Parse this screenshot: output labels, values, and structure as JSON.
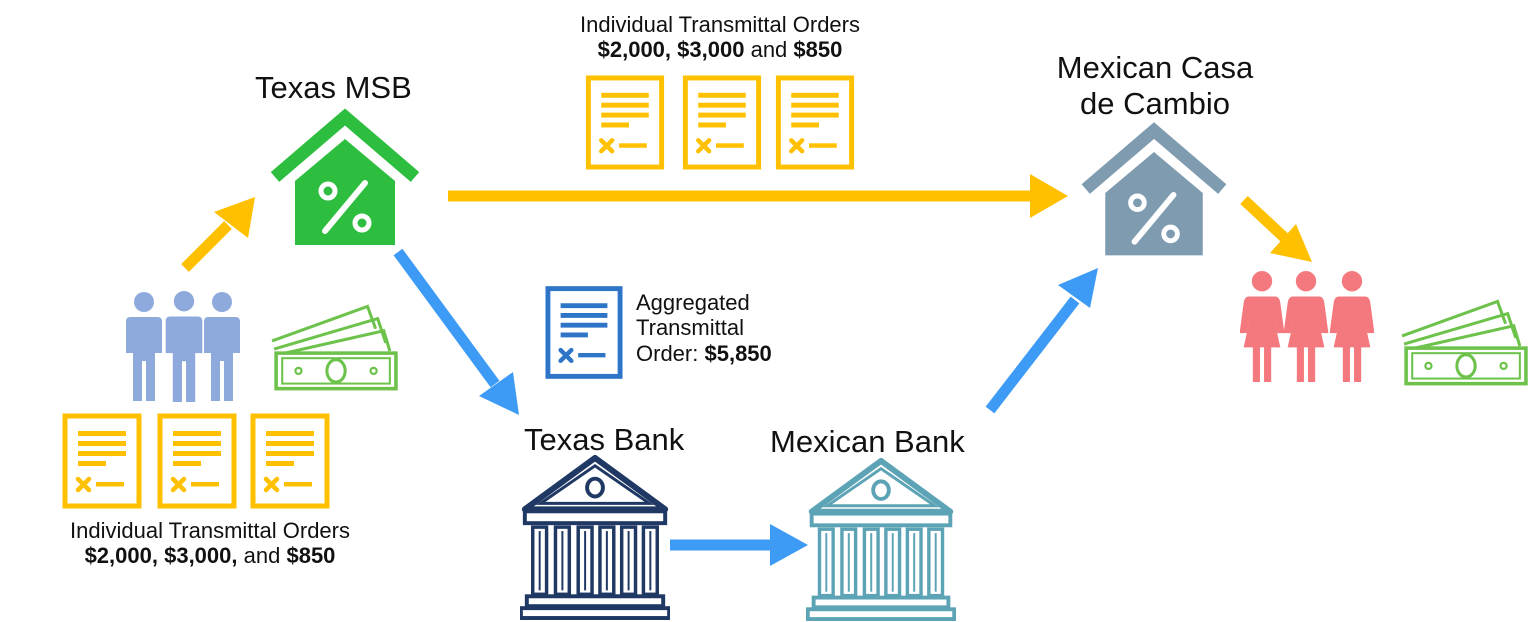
{
  "nodes": {
    "texas_msb": "Texas MSB",
    "casa_de_cambio_line1": "Mexican Casa",
    "casa_de_cambio_line2": "de Cambio",
    "texas_bank": "Texas Bank",
    "mexican_bank": "Mexican Bank"
  },
  "icons": {
    "msb_house": "percent-house-icon",
    "casa_house": "percent-house-icon",
    "senders": "people-group-icon",
    "recipients": "people-group-icon",
    "banks": "bank-building-icon",
    "orders": "document-icon",
    "cash": "cash-bills-icon",
    "flow": "arrow-icon"
  },
  "top_orders": {
    "title": "Individual Transmittal Orders",
    "amount_1": "$2,000,",
    "amount_2": "$3,000",
    "and_word": "and",
    "amount_3": "$850"
  },
  "bottom_orders": {
    "title": "Individual Transmittal Orders",
    "amount_1": "$2,000,",
    "amount_2": "$3,000,",
    "and_word": "and",
    "amount_3": "$850"
  },
  "aggregated": {
    "line1": "Aggregated",
    "line2": "Transmittal",
    "line3_prefix": "Order:",
    "line3_amount": "$5,850"
  },
  "colors": {
    "individual_flow": "#FFC000",
    "aggregated_flow": "#3E9BF5",
    "msb_green": "#2DBE3F",
    "casa_gray": "#7F9BB0",
    "senders_blue": "#8EA9DB",
    "recipients_pink": "#F4797E",
    "cash_green": "#6CC24A",
    "texas_bank_navy": "#1F3864",
    "mexican_bank_teal": "#5DA3B6"
  }
}
